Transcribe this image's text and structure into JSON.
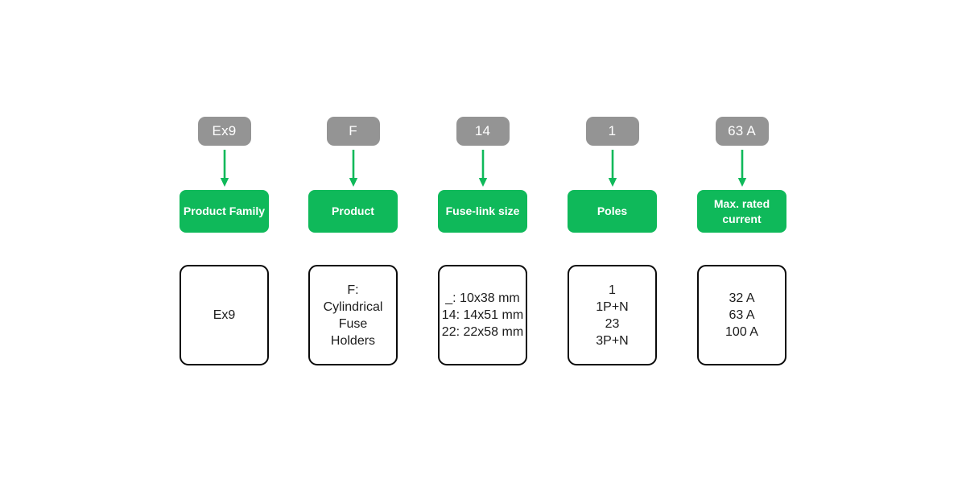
{
  "diagram": {
    "type": "product-code-key",
    "colors": {
      "pill_grey": "#949494",
      "label_green": "#0FB95A",
      "arrow_green": "#0FB95A",
      "box_border": "#0a0a0a",
      "background": "#ffffff"
    },
    "columns": [
      {
        "code": "Ex9",
        "label": "Product\nFamily",
        "values": "Ex9",
        "arrow_icon": "down-arrow-icon"
      },
      {
        "code": "F",
        "label": "Product",
        "values": "F:\nCylindrical\nFuse\nHolders",
        "arrow_icon": "down-arrow-icon"
      },
      {
        "code": "14",
        "label": "Fuse-link\nsize",
        "values": "_: 10x38 mm\n14: 14x51 mm\n22: 22x58 mm",
        "arrow_icon": "down-arrow-icon"
      },
      {
        "code": "1",
        "label": "Poles",
        "values": "1\n1P+N\n23\n3P+N",
        "arrow_icon": "down-arrow-icon"
      },
      {
        "code": "63 A",
        "label": "Max. rated\ncurrent",
        "values": "32 A\n63 A\n100 A",
        "arrow_icon": "down-arrow-icon"
      }
    ]
  }
}
